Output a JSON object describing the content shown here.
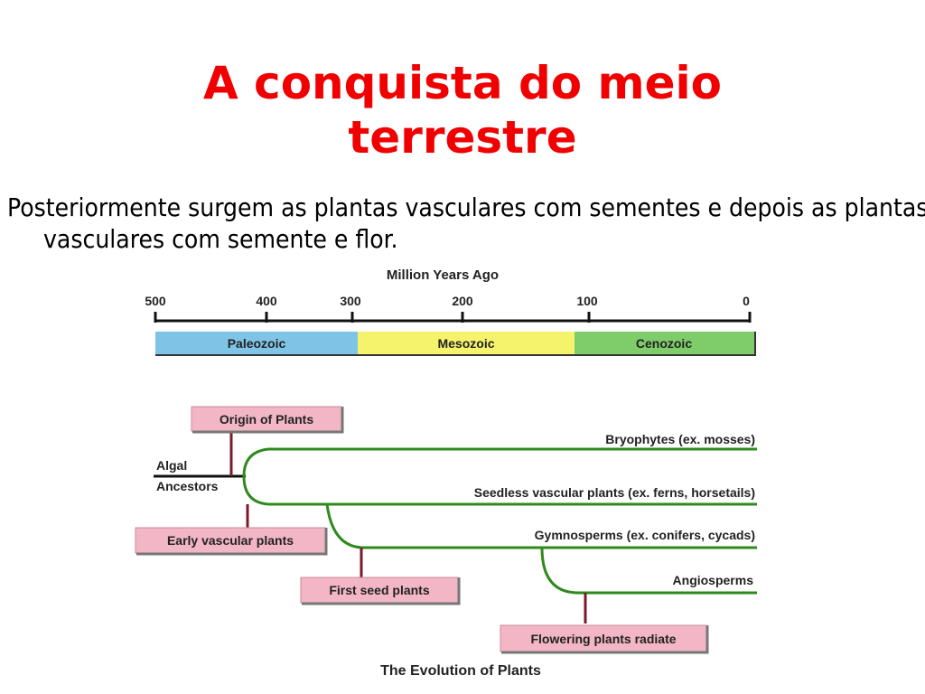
{
  "slide": {
    "title_line1": "A conquista do meio",
    "title_line2": "terrestre",
    "body": "Posteriormente surgem as plantas vasculares com sementes e depois as plantas vasculares com semente e flor."
  },
  "figure": {
    "timeline_heading": "Million Years Ago",
    "ticks": [
      "500",
      "400",
      "300",
      "200",
      "100",
      "0"
    ],
    "eras": [
      {
        "label": "Paleozoic",
        "color": "#7fc3e6"
      },
      {
        "label": "Mesozoic",
        "color": "#f5f36b"
      },
      {
        "label": "Cenozoic",
        "color": "#7fcc6a"
      }
    ],
    "branches": {
      "bryophytes": "Bryophytes (ex. mosses)",
      "seedless": "Seedless vascular plants (ex. ferns, horsetails)",
      "gymnosperms": "Gymnosperms (ex. conifers, cycads)",
      "angiosperms": "Angiosperms",
      "algal_1": "Algal",
      "algal_2": "Ancestors"
    },
    "events": {
      "origin": "Origin of Plants",
      "early_vascular": "Early vascular plants",
      "first_seed": "First seed plants",
      "flowering": "Flowering plants radiate"
    },
    "caption": "The Evolution of Plants",
    "line_color": "#2f8a1e",
    "box_fill": "#f2b6c6"
  }
}
